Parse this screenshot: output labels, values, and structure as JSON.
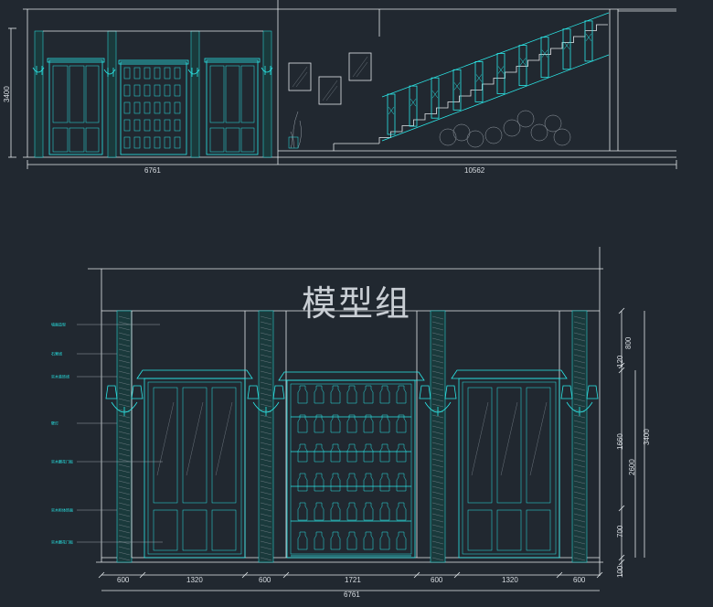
{
  "watermark": "模型组",
  "top_elevation": {
    "height_dim": "3400",
    "width_dims": [
      "6761",
      "10562"
    ]
  },
  "bottom_elevation": {
    "width_dims": [
      "600",
      "1320",
      "600",
      "1721",
      "600",
      "1320",
      "600"
    ],
    "total_width": "6761",
    "right_dims_inner": [
      "800",
      "120",
      "1660",
      "700",
      "100"
    ],
    "right_dims_mid": "2600",
    "right_dims_outer": "3400",
    "callouts": [
      "墙面造型",
      "石膏线",
      "实木装饰线",
      "壁灯",
      "实木雕花门板",
      "实木柜体饰面",
      "实木雕花门板"
    ]
  },
  "colors": {
    "background": "#212830",
    "cyan": "#2be8e8",
    "line": "#e4e8ec"
  }
}
